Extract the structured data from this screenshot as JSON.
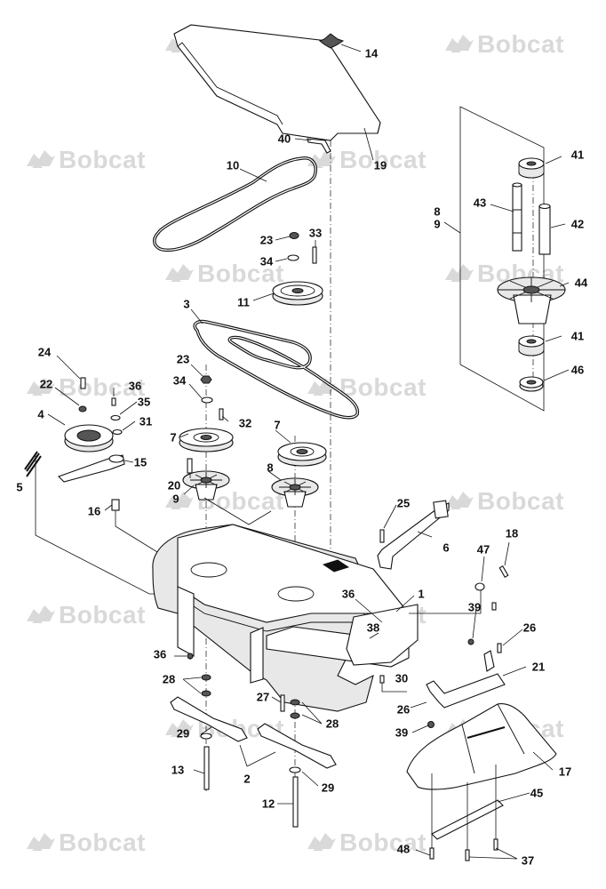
{
  "watermark": {
    "text": "Bobcat",
    "icon": "bobcat-logo-icon"
  },
  "callouts": {
    "n1": "1",
    "n2": "2",
    "n3": "3",
    "n4": "4",
    "n5": "5",
    "n6": "6",
    "n7a": "7",
    "n7b": "7",
    "n8a": "8",
    "n8b": "8",
    "n9a": "9",
    "n9b": "9",
    "n10": "10",
    "n11": "11",
    "n12": "12",
    "n13": "13",
    "n14": "14",
    "n15": "15",
    "n16": "16",
    "n17": "17",
    "n18": "18",
    "n19": "19",
    "n20": "20",
    "n21": "21",
    "n22": "22",
    "n23a": "23",
    "n23b": "23",
    "n24": "24",
    "n25": "25",
    "n26a": "26",
    "n26b": "26",
    "n27": "27",
    "n28a": "28",
    "n28b": "28",
    "n29a": "29",
    "n29b": "29",
    "n30": "30",
    "n31": "31",
    "n32": "32",
    "n33": "33",
    "n34a": "34",
    "n34b": "34",
    "n35": "35",
    "n36a": "36",
    "n36b": "36",
    "n36c": "36",
    "n37": "37",
    "n38": "38",
    "n39a": "39",
    "n39b": "39",
    "n40": "40",
    "n41a": "41",
    "n41b": "41",
    "n42": "42",
    "n43": "43",
    "n44": "44",
    "n45": "45",
    "n46": "46",
    "n47": "47",
    "n48": "48"
  }
}
